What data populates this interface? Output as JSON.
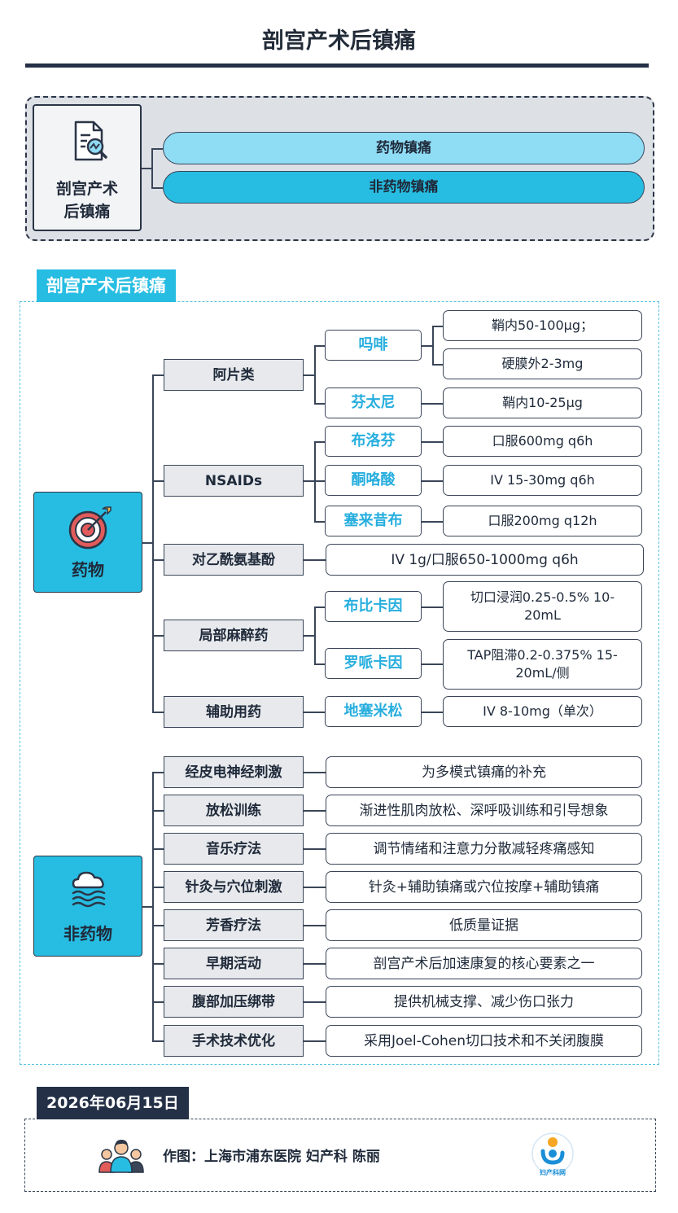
{
  "title": "剖宫产术后镇痛",
  "overview": {
    "label_line1": "剖宫产术",
    "label_line2": "后镇痛",
    "branches": [
      "药物镇痛",
      "非药物镇痛"
    ]
  },
  "section_title": "剖宫产术后镇痛",
  "drug": {
    "label": "药物",
    "groups": [
      {
        "name": "阿片类",
        "items": [
          {
            "name": "吗啡",
            "details": [
              "鞘内50-100μg；",
              "硬膜外2-3mg"
            ]
          },
          {
            "name": "芬太尼",
            "details": [
              "鞘内10-25μg"
            ]
          }
        ]
      },
      {
        "name": "NSAIDs",
        "items": [
          {
            "name": "布洛芬",
            "details": [
              "口服600mg q6h"
            ]
          },
          {
            "name": "酮咯酸",
            "details": [
              "IV 15-30mg q6h"
            ]
          },
          {
            "name": "塞来昔布",
            "details": [
              "口服200mg q12h"
            ]
          }
        ]
      },
      {
        "name": "对乙酰氨基酚",
        "detail": "IV 1g/口服650-1000mg q6h"
      },
      {
        "name": "局部麻醉药",
        "items": [
          {
            "name": "布比卡因",
            "details": [
              "切口浸润0.25-0.5% 10-20mL"
            ]
          },
          {
            "name": "罗哌卡因",
            "details": [
              "TAP阻滞0.2-0.375% 15-20mL/侧"
            ]
          }
        ]
      },
      {
        "name": "辅助用药",
        "items": [
          {
            "name": "地塞米松",
            "details": [
              "IV 8-10mg（单次）"
            ]
          }
        ]
      }
    ]
  },
  "nondrug": {
    "label": "非药物",
    "items": [
      {
        "name": "经皮电神经刺激",
        "detail": "为多模式镇痛的补充"
      },
      {
        "name": "放松训练",
        "detail": "渐进性肌肉放松、深呼吸训练和引导想象"
      },
      {
        "name": "音乐疗法",
        "detail": "调节情绪和注意力分散减轻疼痛感知"
      },
      {
        "name": "针灸与穴位刺激",
        "detail": "针灸+辅助镇痛或穴位按摩+辅助镇痛"
      },
      {
        "name": "芳香疗法",
        "detail": "低质量证据"
      },
      {
        "name": "早期活动",
        "detail": "剖宫产术后加速康复的核心要素之一"
      },
      {
        "name": "腹部加压绑带",
        "detail": "提供机械支撑、减少伤口张力"
      },
      {
        "name": "手术技术优化",
        "detail": "采用Joel-Cohen切口技术和不关闭腹膜"
      }
    ]
  },
  "date": "2026年06月15日",
  "credit": "作图：上海市浦东医院 妇产科 陈丽",
  "brand": "妇产科网",
  "colors": {
    "accent": "#27bde2",
    "light_accent": "#8fdcf5",
    "dark": "#243046",
    "drug_text": "#27aede"
  }
}
